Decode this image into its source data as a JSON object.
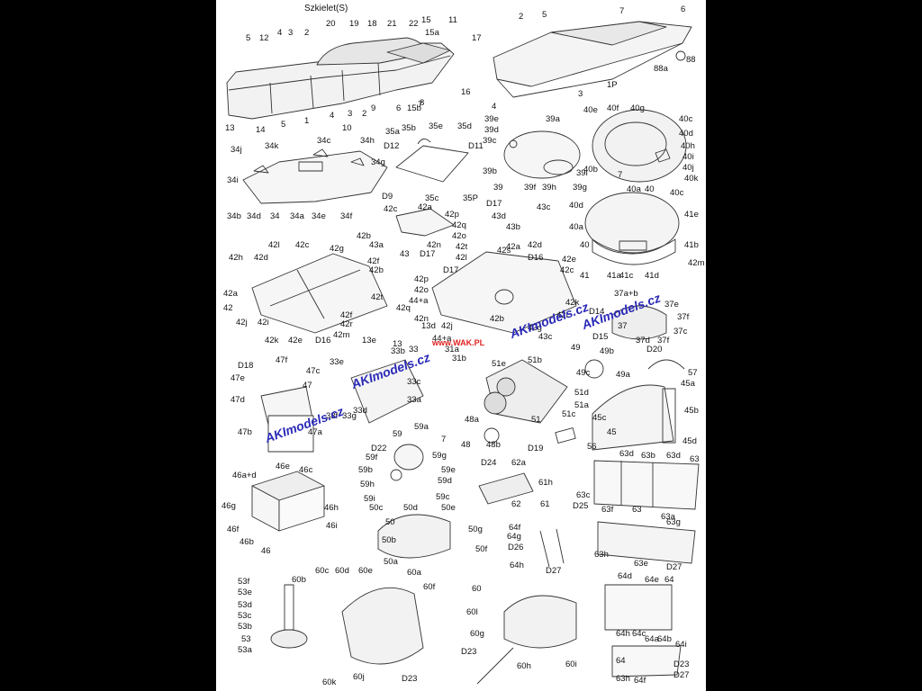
{
  "sheet_title": "Szkielet(S)",
  "watermarks": {
    "akimodels_1": "AKImodels.cz",
    "akimodels_2": "AKImodels.cz",
    "akimodels_3": "AKImodels.cz",
    "akimodels_4": "AKImodels.cz",
    "url": "www.WAK.PL"
  },
  "colors": {
    "background": "#000000",
    "sheet": "#ffffff",
    "line": "#333333",
    "watermark_blue": "#2a2ab8",
    "watermark_red": "#e02020"
  },
  "labels": [
    "5",
    "12",
    "4",
    "3",
    "2",
    "20",
    "19",
    "18",
    "21",
    "22",
    "15",
    "11",
    "15a",
    "17",
    "2",
    "5",
    "7",
    "6",
    "88a",
    "88",
    "1P",
    "3",
    "4",
    "8",
    "16",
    "13",
    "14",
    "5",
    "1",
    "4",
    "3",
    "2",
    "9",
    "6",
    "15b",
    "7",
    "10",
    "35a",
    "35b",
    "35e",
    "35d",
    "D12",
    "D11",
    "35c",
    "35P",
    "39e",
    "39d",
    "39c",
    "39a",
    "39b",
    "39",
    "39f",
    "39h",
    "39g",
    "39i",
    "40e",
    "40f",
    "40g",
    "40c",
    "40d",
    "40h",
    "40i",
    "40j",
    "40k",
    "40b",
    "40a",
    "40",
    "7",
    "34j",
    "34k",
    "34c",
    "34h",
    "34g",
    "34i",
    "34b",
    "34d",
    "34",
    "34a",
    "34e",
    "34f",
    "D9",
    "42a",
    "42p",
    "42q",
    "42o",
    "42c",
    "42b",
    "43a",
    "43",
    "42n",
    "D17",
    "D17",
    "43c",
    "43d",
    "43b",
    "40d",
    "40c",
    "41e",
    "40a",
    "40",
    "41b",
    "41",
    "41a",
    "41c",
    "41d",
    "42m",
    "42l",
    "42c",
    "42g",
    "42h",
    "42d",
    "42f",
    "42b",
    "42a",
    "42",
    "42j",
    "42i",
    "42k",
    "42e",
    "D16",
    "42t",
    "42s",
    "42r",
    "42m",
    "42f",
    "42t",
    "42a",
    "42d",
    "42l",
    "D16",
    "42e",
    "42c",
    "D17",
    "42p",
    "42o",
    "44+a",
    "42q",
    "13d",
    "42n",
    "42j",
    "42b",
    "42k",
    "42i",
    "42g",
    "43c",
    "37a+b",
    "37e",
    "37f",
    "D14",
    "37",
    "37c",
    "D15",
    "37d",
    "37f",
    "D20",
    "13e",
    "13",
    "44+a",
    "31a",
    "31b",
    "33b",
    "33",
    "D18",
    "47f",
    "47c",
    "47e",
    "47",
    "47d",
    "47b",
    "47a",
    "33e",
    "33c",
    "33a",
    "33d",
    "33f",
    "33g",
    "51e",
    "51b",
    "51d",
    "51a",
    "51c",
    "51",
    "49",
    "49b",
    "49c",
    "49a",
    "57",
    "45a",
    "45b",
    "45c",
    "45",
    "45d",
    "48a",
    "48",
    "48b",
    "D19",
    "56",
    "59a",
    "59",
    "7",
    "D22",
    "59f",
    "59g",
    "59b",
    "59e",
    "59h",
    "59d",
    "59i",
    "59c",
    "63d",
    "63b",
    "63d",
    "63",
    "63c",
    "D24",
    "62a",
    "61h",
    "62",
    "61",
    "46e",
    "46c",
    "46a+d",
    "46g",
    "46h",
    "46f",
    "46i",
    "46b",
    "46",
    "50c",
    "50d",
    "50e",
    "50",
    "50g",
    "50b",
    "50f",
    "50a",
    "D25",
    "63f",
    "63",
    "63a",
    "63g",
    "64f",
    "64g",
    "D26",
    "64h",
    "D27",
    "63h",
    "63e",
    "D27",
    "64d",
    "64e",
    "64",
    "53f",
    "53e",
    "53d",
    "53c",
    "53b",
    "53",
    "53a",
    "60c",
    "60d",
    "60e",
    "60a",
    "60b",
    "60f",
    "60k",
    "60j",
    "D23",
    "60",
    "60l",
    "60g",
    "D23",
    "60h",
    "60i",
    "64h",
    "64c",
    "64a",
    "64b",
    "64i",
    "64",
    "D23",
    "D27",
    "63h",
    "64f"
  ]
}
